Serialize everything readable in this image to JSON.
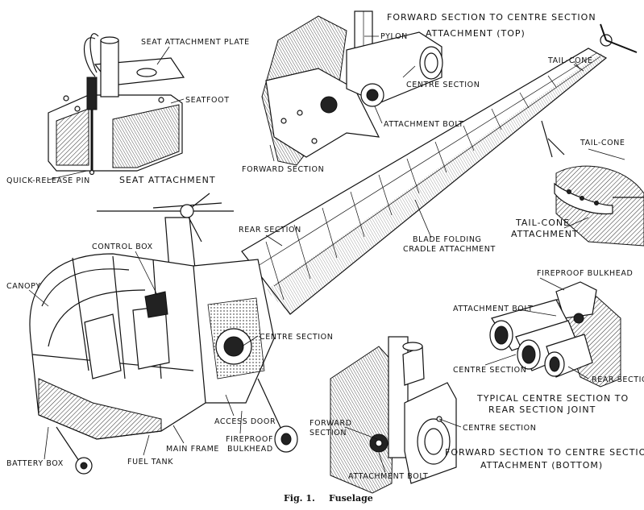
{
  "caption": {
    "figure": "Fig. 1.",
    "title": "Fuselage"
  },
  "labels": {
    "seat_attachment_plate": "SEAT ATTACHMENT PLATE",
    "seatfoot": "SEATFOOT",
    "quick_release_pin": "QUICK-RELEASE PIN",
    "seat_attachment": "SEAT ATTACHMENT",
    "fwd_to_centre_top_1": "FORWARD SECTION TO CENTRE SECTION",
    "fwd_to_centre_top_2": "ATTACHMENT (TOP)",
    "pylon": "PYLON",
    "centre_section_top": "CENTRE SECTION",
    "attachment_bolt_top": "ATTACHMENT BOLT",
    "forward_section_top": "FORWARD SECTION",
    "tail_cone_main": "TAIL-CONE",
    "tail_cone_detail": "TAIL-CONE",
    "tail_cone_attachment_1": "TAIL-CONE",
    "tail_cone_attachment_2": "ATTACHMENT",
    "rear_section": "REAR SECTION",
    "blade_folding_1": "BLADE FOLDING",
    "blade_folding_2": "CRADLE ATTACHMENT",
    "control_box": "CONTROL BOX",
    "canopy": "CANOPY",
    "centre_section_main": "CENTRE SECTION",
    "access_door": "ACCESS DOOR",
    "fireproof_bulkhead_main_1": "FIREPROOF",
    "fireproof_bulkhead_main_2": "BULKHEAD",
    "main_frame": "MAIN FRAME",
    "fuel_tank": "FUEL TANK",
    "battery_box": "BATTERY BOX",
    "fireproof_bulkhead_joint": "FIREPROOF BULKHEAD",
    "attachment_bolt_joint": "ATTACHMENT BOLT",
    "centre_section_joint": "CENTRE SECTION",
    "rear_section_joint": "REAR SECTIO",
    "typical_joint_1": "TYPICAL CENTRE SECTION TO",
    "typical_joint_2": "REAR SECTION JOINT",
    "forward_section_bottom_1": "FORWARD",
    "forward_section_bottom_2": "SECTION",
    "centre_section_bottom": "CENTRE SECTION",
    "attachment_bolt_bottom": "ATTACHMENT BOLT",
    "fwd_to_centre_bottom_1": "FORWARD SECTION TO CENTRE SECTION",
    "fwd_to_centre_bottom_2": "ATTACHMENT (BOTTOM)"
  }
}
